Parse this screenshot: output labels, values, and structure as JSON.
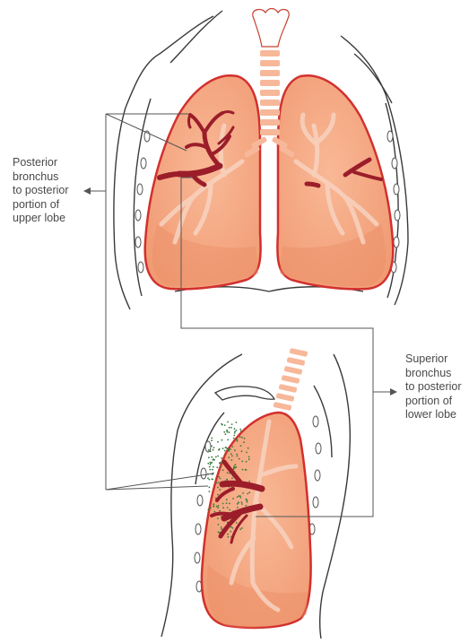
{
  "labels": {
    "posterior_upper": [
      "Posterior",
      "bronchus",
      "to posterior",
      "portion of",
      "upper lobe"
    ],
    "superior_lower": [
      "Superior",
      "bronchus",
      "to posterior",
      "portion of",
      "lower lobe"
    ]
  },
  "colors": {
    "lung_fill": "#f4a27c",
    "lung_edge": "#d2302e",
    "bronchi_highlight": "#9b1d2a",
    "airway_pale": "#f8d3c0",
    "outline": "#3a3a3a",
    "leader_line": "#555555",
    "infection_dots": "#3b7a3e"
  }
}
